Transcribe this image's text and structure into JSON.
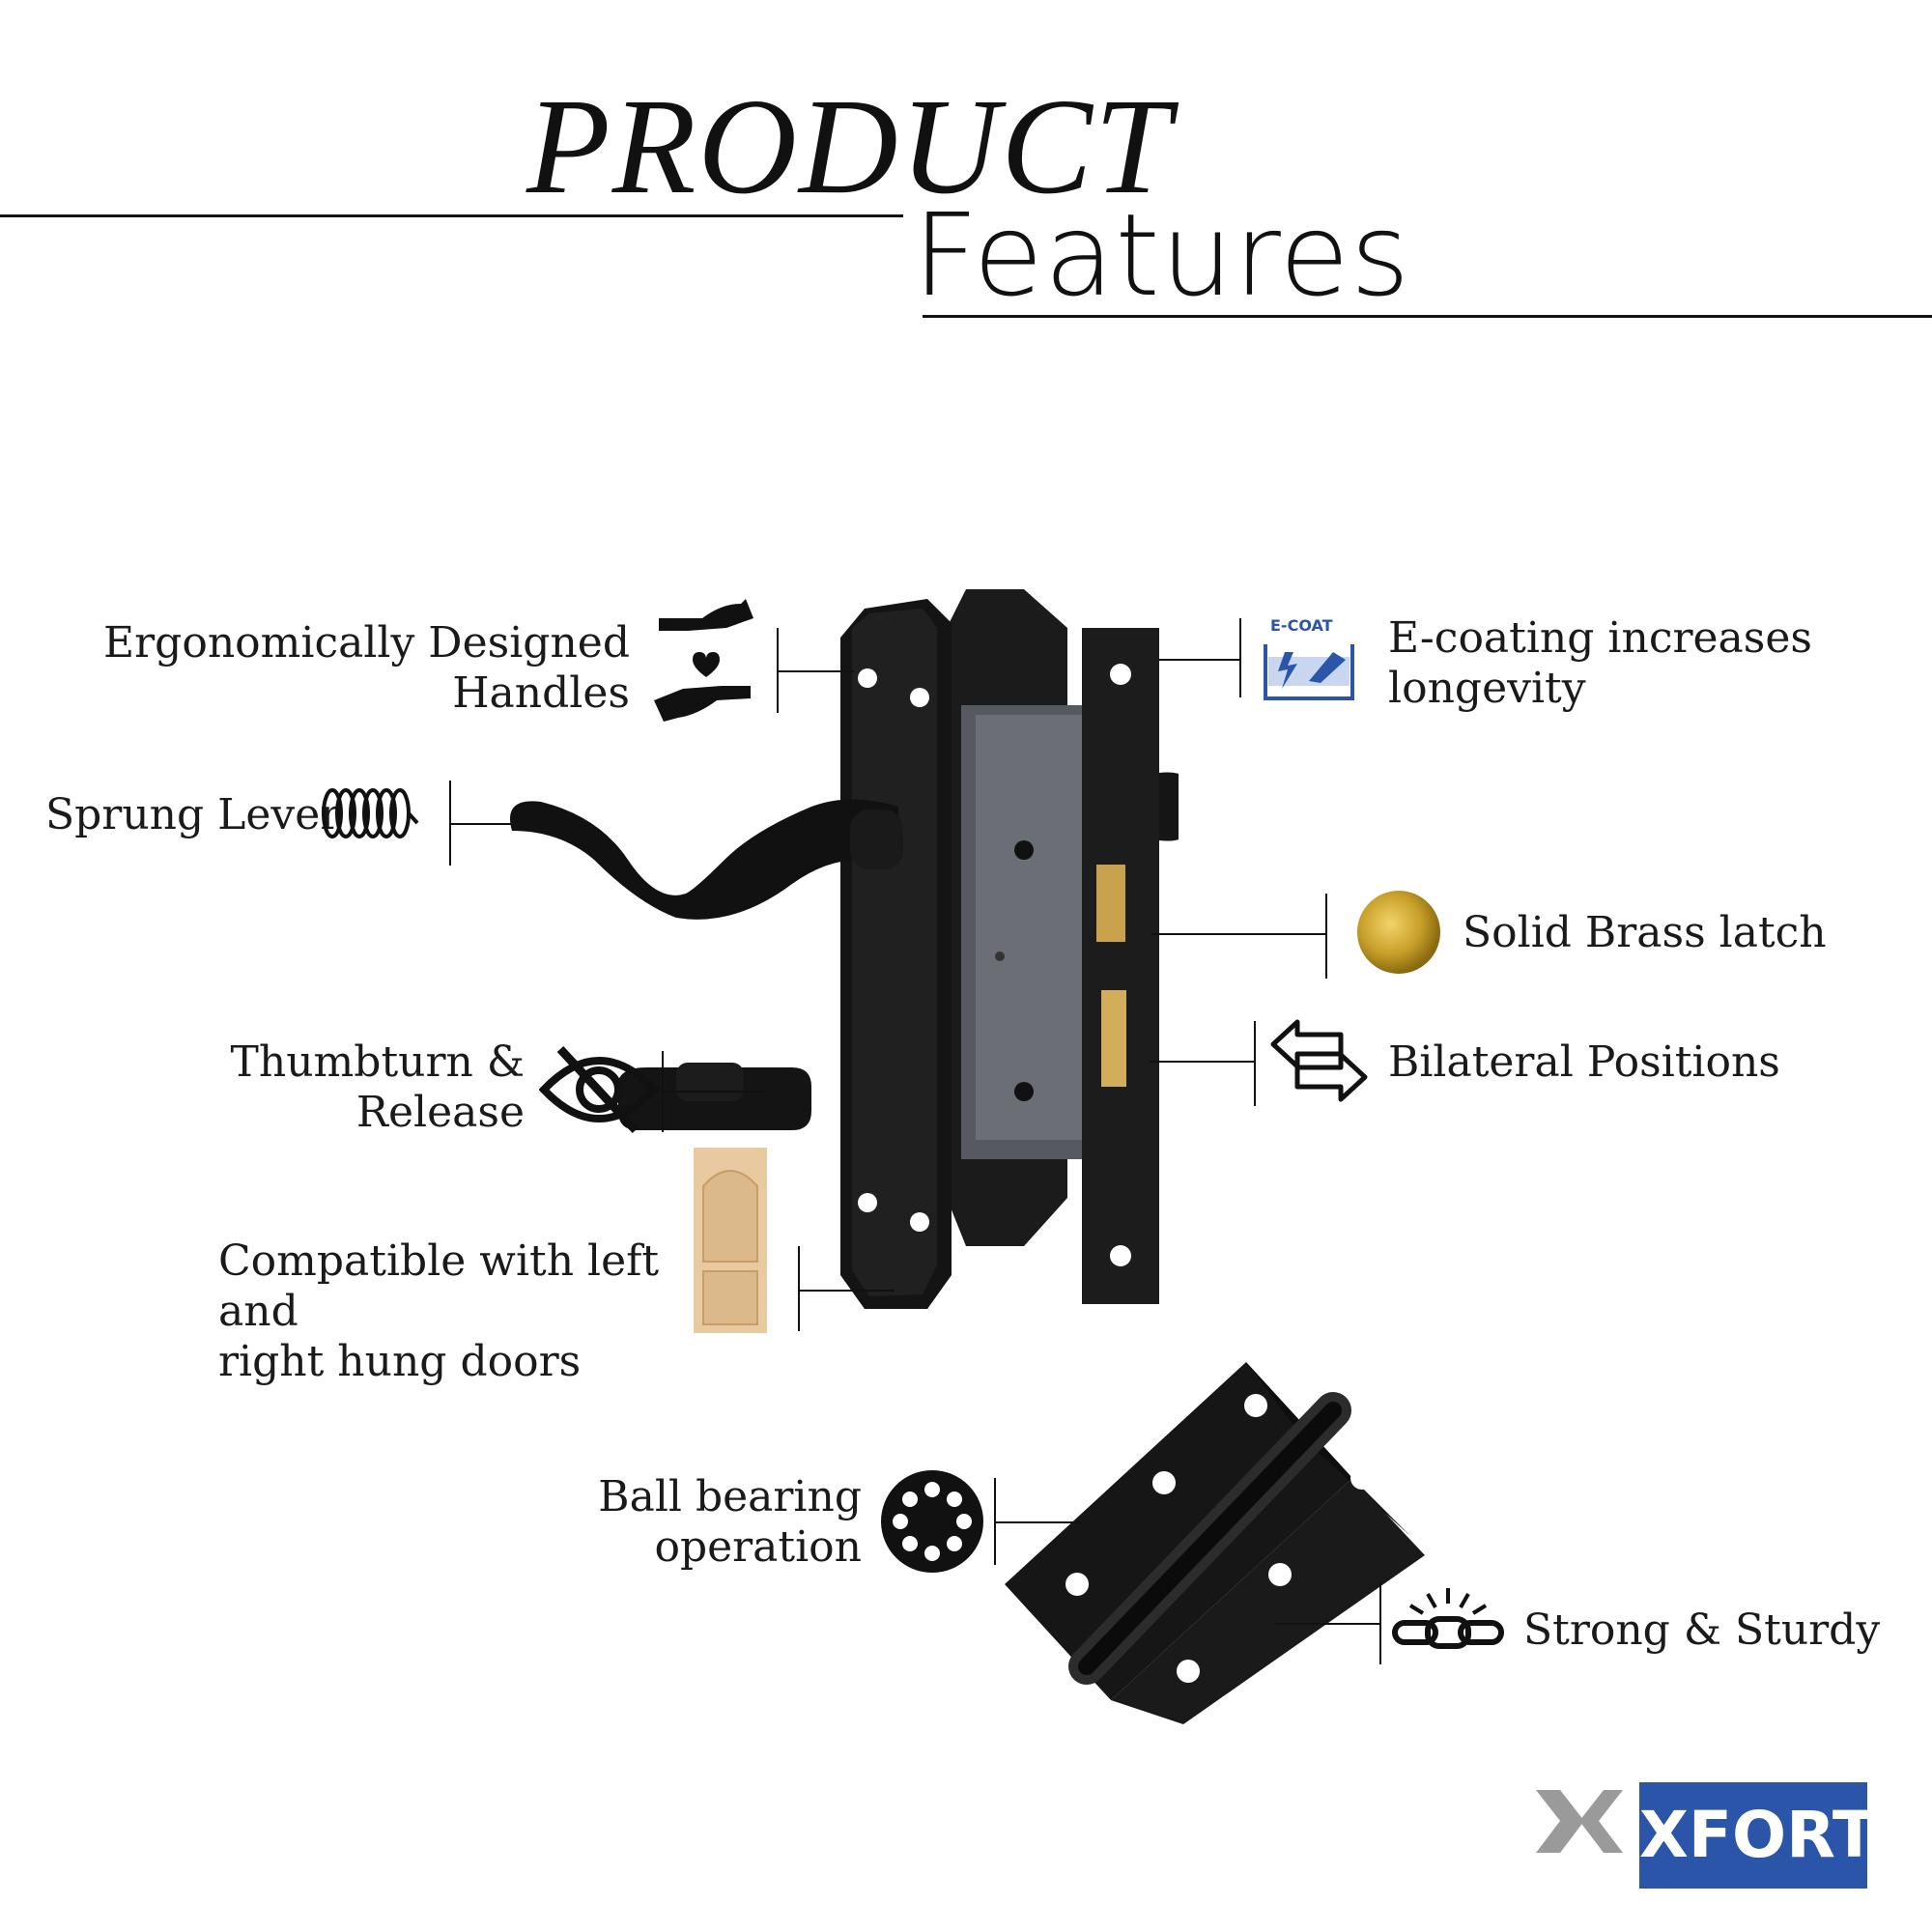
{
  "header": {
    "title_line1": "PRODUCT",
    "title_line2": "Features"
  },
  "features": {
    "handles": {
      "line1": "Ergonomically Designed",
      "line2": "Handles",
      "icon": "hands-heart-icon"
    },
    "ecoat": {
      "line1": "E-coating increases",
      "line2": "longevity",
      "icon": "e-coat-icon",
      "icon_text": "E-COAT"
    },
    "sprung": {
      "label": "Sprung Lever",
      "icon": "spring-icon"
    },
    "brass": {
      "label": "Solid Brass latch",
      "icon": "brass-disc-icon"
    },
    "thumbturn": {
      "line1": "Thumbturn &",
      "line2": "Release",
      "icon": "eye-off-icon"
    },
    "bilateral": {
      "label": "Bilateral Positions",
      "icon": "swap-arrows-icon"
    },
    "compatible": {
      "line1": "Compatible with left and",
      "line2": "right hung doors",
      "icon": "wooden-door-icon"
    },
    "ballbearing": {
      "line1": "Ball bearing",
      "line2": "operation",
      "icon": "ball-bearing-icon"
    },
    "sturdy": {
      "label": "Strong & Sturdy",
      "icon": "chain-icon"
    }
  },
  "brand": {
    "name": "XFORT",
    "color": "#2b55a8"
  }
}
